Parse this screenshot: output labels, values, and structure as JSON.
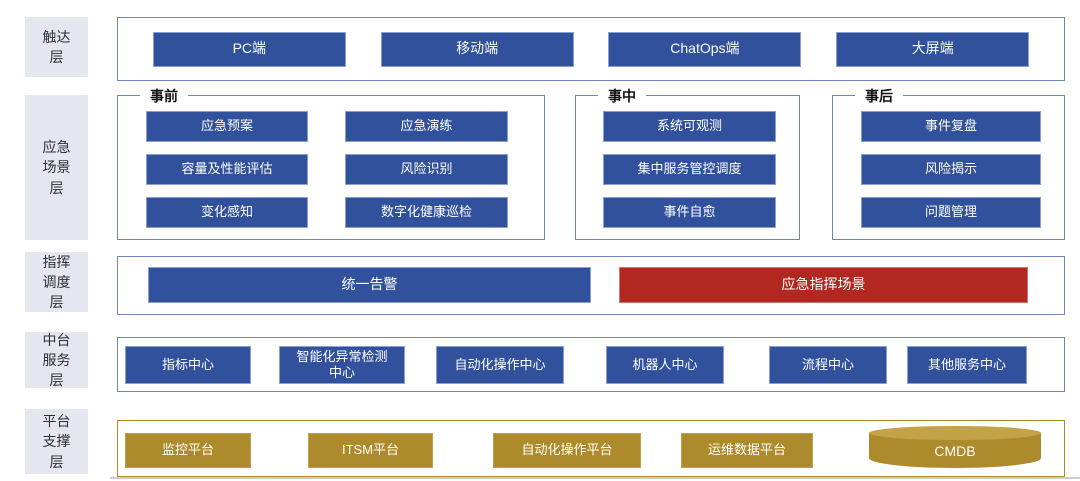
{
  "layers": [
    {
      "label": "触达\n层",
      "items": [
        "PC端",
        "移动端",
        "ChatOps端",
        "大屏端"
      ]
    },
    {
      "label": "应急\n场景\n层",
      "groups": [
        {
          "title": "事前",
          "items": [
            "应急预案",
            "应急演练",
            "容量及性能评估",
            "风险识别",
            "变化感知",
            "数字化健康巡检"
          ]
        },
        {
          "title": "事中",
          "items": [
            "系统可观测",
            "集中服务管控调度",
            "事件自愈"
          ]
        },
        {
          "title": "事后",
          "items": [
            "事件复盘",
            "风险揭示",
            "问题管理"
          ]
        }
      ]
    },
    {
      "label": "指挥\n调度\n层",
      "items": [
        "统一告警",
        "应急指挥场景"
      ]
    },
    {
      "label": "中台\n服务\n层",
      "items": [
        "指标中心",
        "智能化异常检测\n中心",
        "自动化操作中心",
        "机器人中心",
        "流程中心",
        "其他服务中心"
      ]
    },
    {
      "label": "平台\n支撑\n层",
      "items": [
        "监控平台",
        "ITSM平台",
        "自动化操作平台",
        "运维数据平台",
        "CMDB"
      ]
    }
  ],
  "colors": {
    "node_blue": "#31519c",
    "node_red": "#b2271f",
    "node_gold": "#ad8a2b",
    "panel_border_blue": "#6d86c1",
    "panel_border_gold": "#ad8a2b",
    "layer_label_bg": "#e4e6f0"
  }
}
